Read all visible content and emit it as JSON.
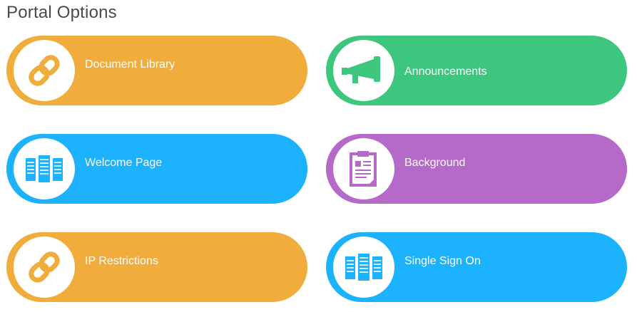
{
  "page": {
    "title": "Portal Options"
  },
  "colors": {
    "orange": "#f0ad3c",
    "green": "#3cc67e",
    "blue": "#1cb2fe",
    "purple": "#b569c8",
    "title_text": "#4a4a4a"
  },
  "options": [
    {
      "label": "Document Library",
      "color": "orange",
      "icon": "link-icon"
    },
    {
      "label": "Announcements",
      "color": "green",
      "icon": "megaphone-icon"
    },
    {
      "label": "Welcome Page",
      "color": "blue",
      "icon": "server-icon"
    },
    {
      "label": "Background",
      "color": "purple",
      "icon": "clipboard-icon"
    },
    {
      "label": "IP Restrictions",
      "color": "orange",
      "icon": "link-icon"
    },
    {
      "label": "Single Sign On",
      "color": "blue",
      "icon": "server-icon"
    }
  ]
}
